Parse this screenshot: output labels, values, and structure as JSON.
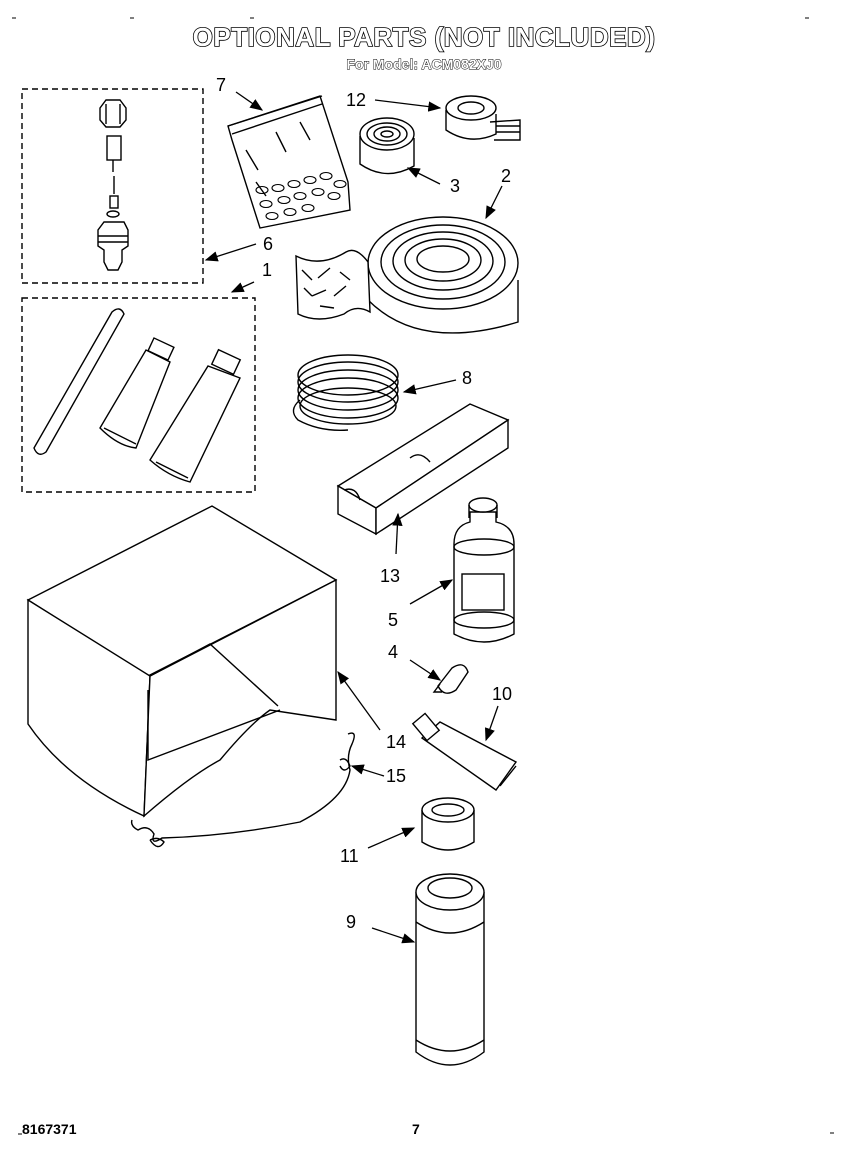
{
  "header": {
    "title": "OPTIONAL PARTS (NOT INCLUDED)",
    "subtitle": "For Model: ACM082XJ0"
  },
  "callouts": {
    "c1": "1",
    "c2": "2",
    "c3": "3",
    "c4": "4",
    "c5": "5",
    "c6": "6",
    "c7": "7",
    "c8": "8",
    "c9": "9",
    "c10": "10",
    "c11": "11",
    "c12": "12",
    "c13": "13",
    "c14": "14",
    "c15": "15"
  },
  "footer": {
    "doc_number": "8167371",
    "page_number": "7"
  }
}
